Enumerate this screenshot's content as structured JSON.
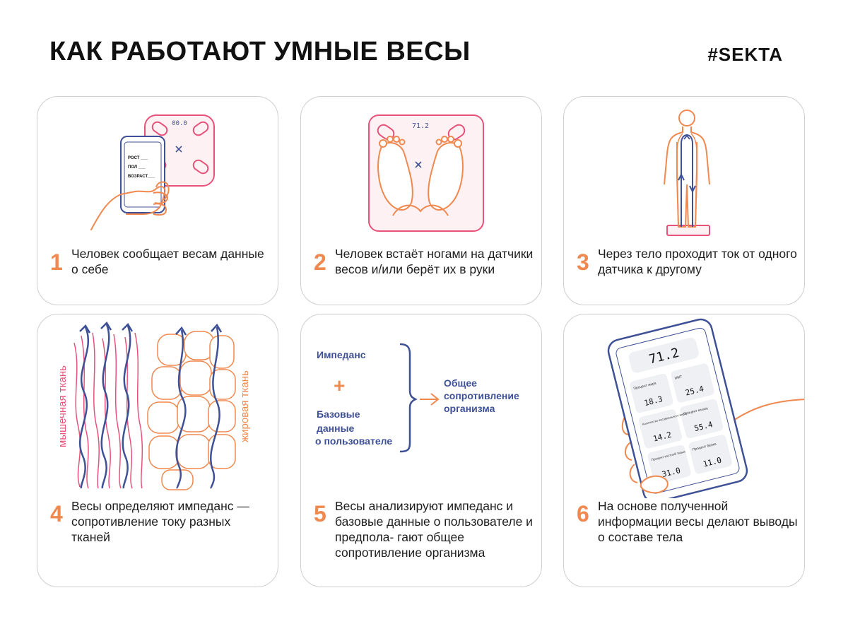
{
  "header": {
    "title": "КАК РАБОТАЮТ УМНЫЕ ВЕСЫ",
    "brand": "#SEKTA"
  },
  "colors": {
    "accent_orange": "#f0894f",
    "accent_pink": "#e8527a",
    "accent_blue": "#3f5196",
    "card_border": "#cfcfcf"
  },
  "steps": [
    {
      "number": "1",
      "text": "Человек сообщает весам данные о себе",
      "illustration": {
        "scale_display": "00.0",
        "phone_fields": [
          "РОСТ ___",
          "ПОЛ ___",
          "ВОЗРАСТ___"
        ]
      }
    },
    {
      "number": "2",
      "text": "Человек встаёт ногами на датчики весов и/или берёт их в руки",
      "illustration": {
        "scale_display": "71.2"
      }
    },
    {
      "number": "3",
      "text": "Через тело проходит ток от одного датчика к другому",
      "illustration": {}
    },
    {
      "number": "4",
      "text": "Весы определяют импеданс — сопротивление току разных тканей",
      "illustration": {
        "label_left": "мышечная ткань",
        "label_right": "жировая ткань"
      }
    },
    {
      "number": "5",
      "text": "Весы анализируют импеданс и базовые данные о пользователе и предпола- гают общее сопротивление организма",
      "illustration": {
        "impedance": "Импеданс",
        "plus": "+",
        "base_data": "Базовые данные о пользователе",
        "result": "Общее сопротивление организма"
      }
    },
    {
      "number": "6",
      "text": "На основе полученной информации весы делают выводы о составе тела",
      "illustration": {
        "weight": "71.2",
        "metrics": [
          {
            "label": "Процент жира",
            "value": "18.3"
          },
          {
            "label": "ИМТ",
            "value": "25.4"
          },
          {
            "label": "Количество висцерального жира",
            "value": "14.2"
          },
          {
            "label": "Процент мышц",
            "value": "55.4"
          },
          {
            "label": "Процент костной ткани",
            "value": "31.0"
          },
          {
            "label": "Процент белка",
            "value": "11.0"
          }
        ]
      }
    }
  ]
}
